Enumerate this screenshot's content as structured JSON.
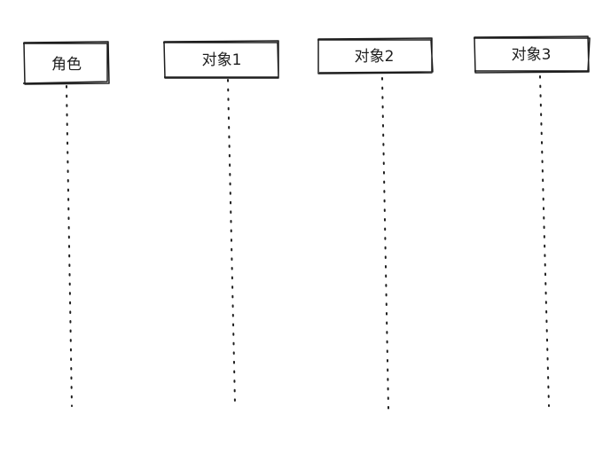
{
  "participants": [
    {
      "label": "角色",
      "kind": "actor"
    },
    {
      "label": "对象1",
      "kind": "object"
    },
    {
      "label": "对象2",
      "kind": "object"
    },
    {
      "label": "对象3",
      "kind": "object"
    }
  ],
  "colors": {
    "stroke": "#1e1e1e",
    "background": "#ffffff"
  }
}
